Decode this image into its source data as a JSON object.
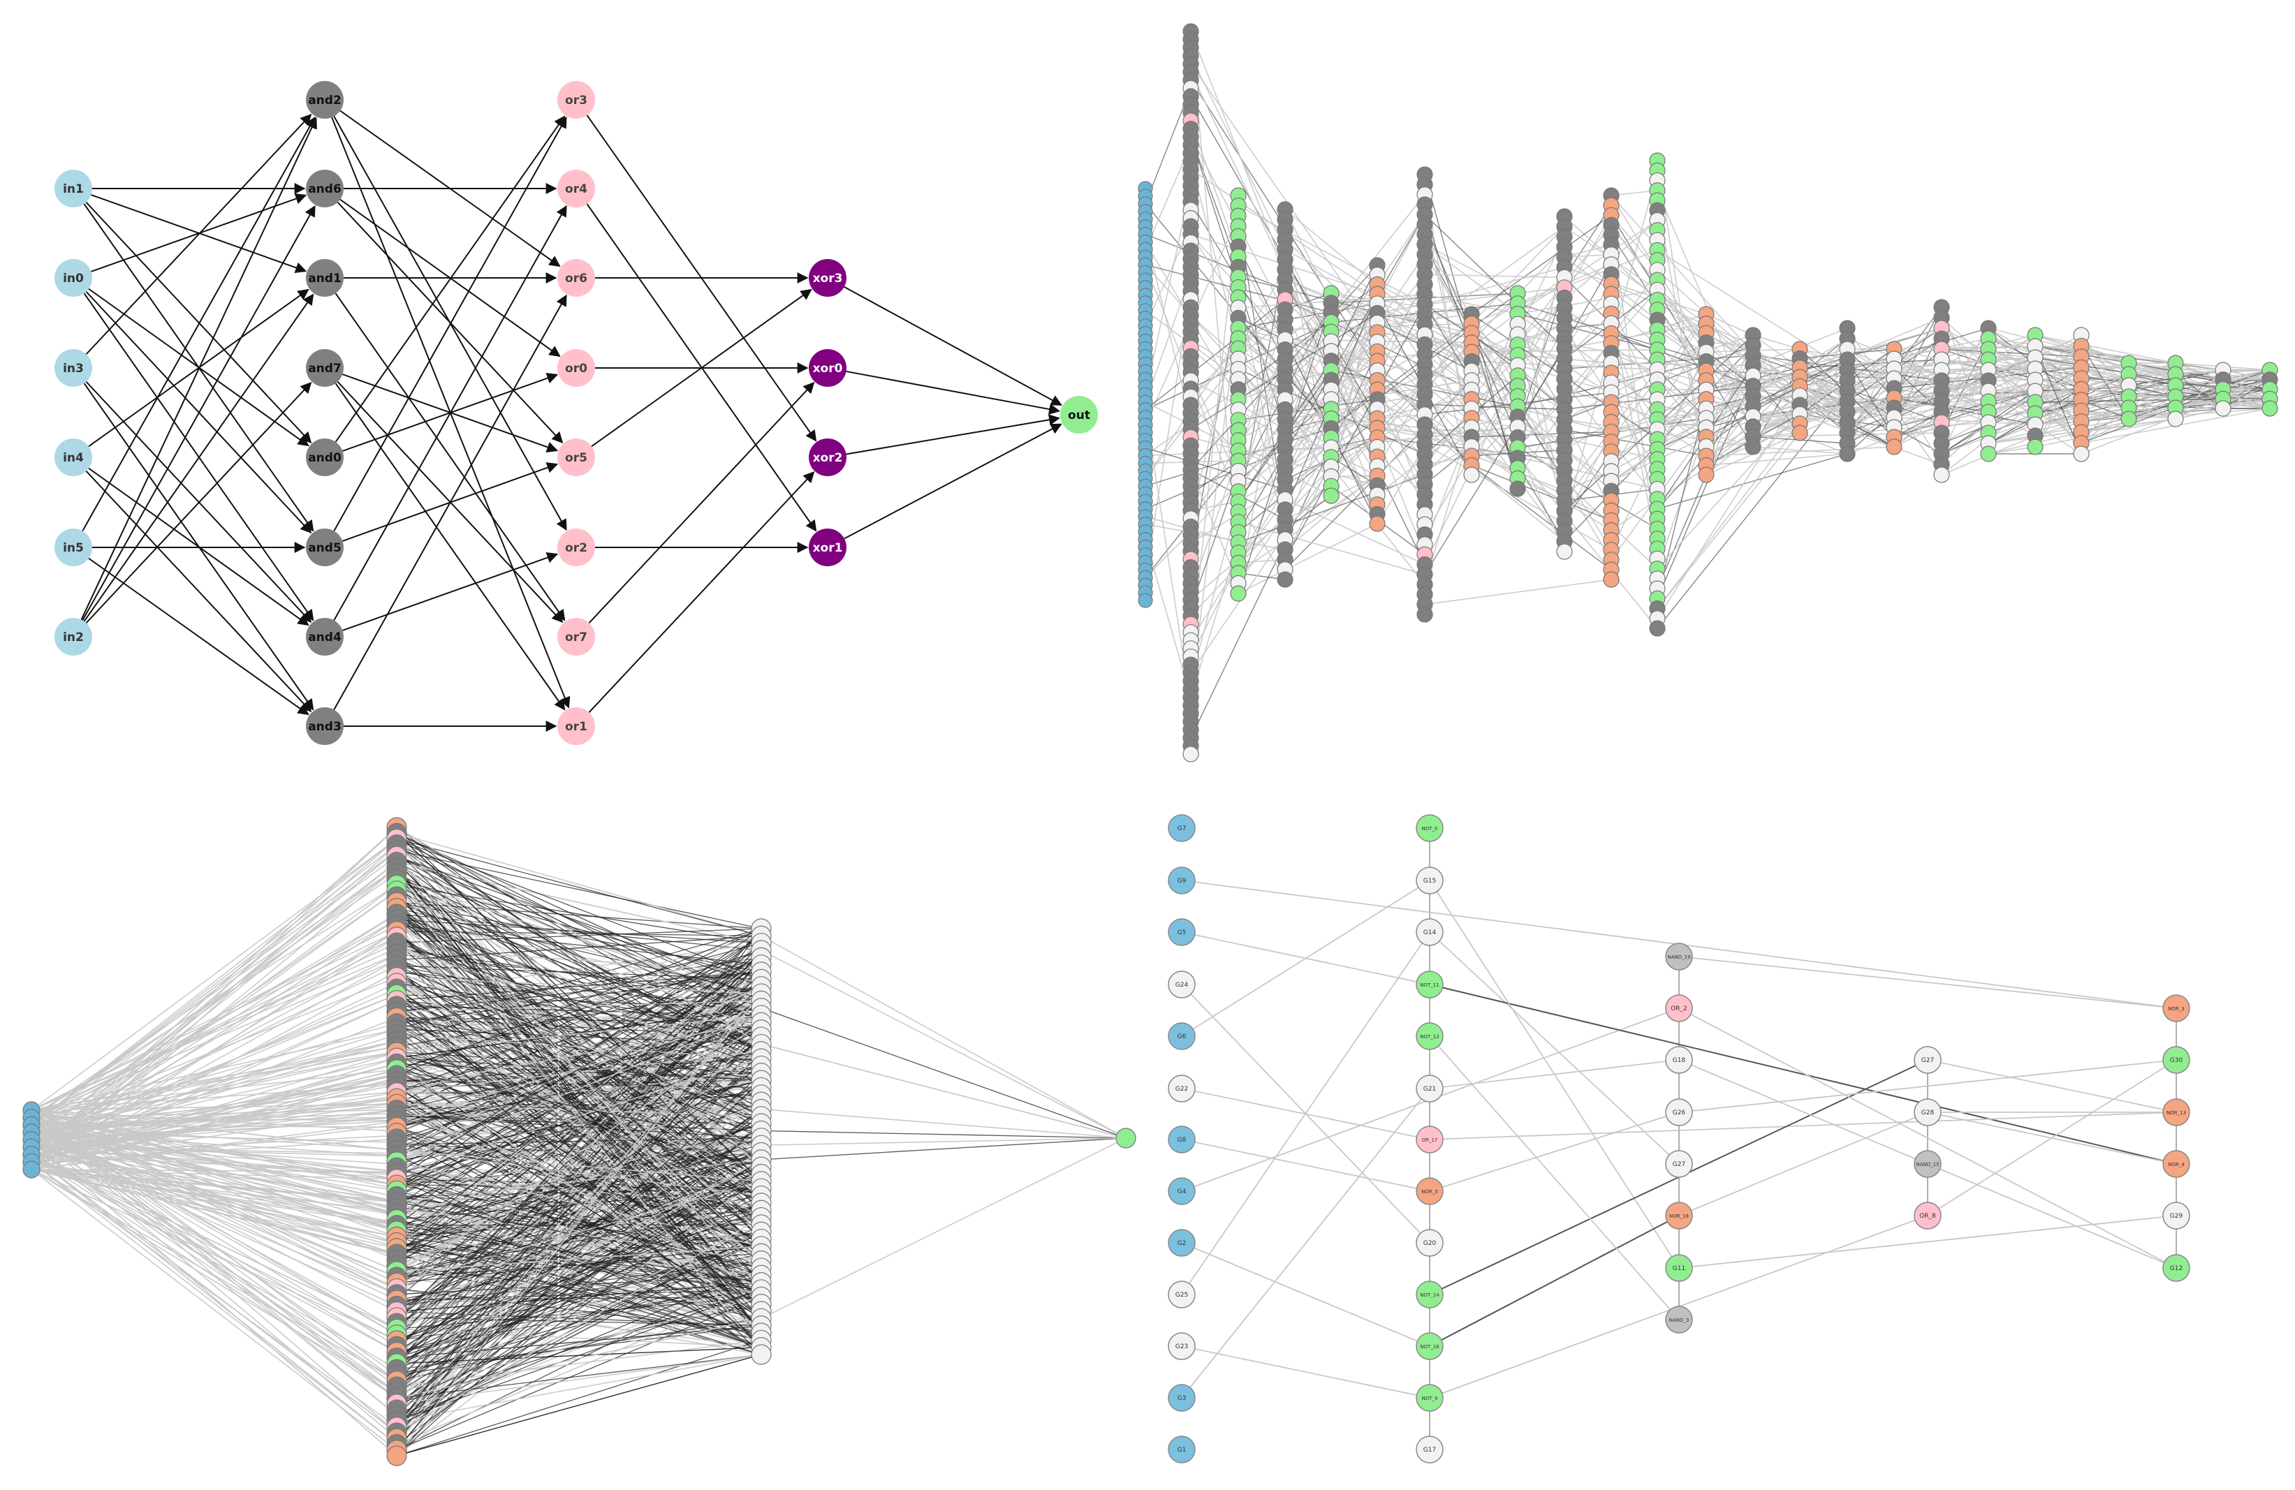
{
  "colors": {
    "input": "#add8e6",
    "input_dark": "#6cb4d6",
    "and": "#808080",
    "or": "#ffc0cb",
    "xor": "#800080",
    "out": "#90ee90",
    "not": "#90ee90",
    "nor": "#f4a582",
    "hollow": "#f2f2f2",
    "edge_dark": "#111111",
    "edge_light": "#c8c8c8"
  },
  "panels": [
    {
      "id": "circuit-a",
      "columns": [
        [
          "in1",
          "in0",
          "in3",
          "in4",
          "in5",
          "in2"
        ],
        [
          "and2",
          "and6",
          "and1",
          "and7",
          "and0",
          "and5",
          "and4",
          "and3"
        ],
        [
          "or3",
          "or4",
          "or6",
          "or0",
          "or5",
          "or2",
          "or7",
          "or1"
        ],
        [
          "xor3",
          "xor0",
          "xor2",
          "xor1"
        ],
        [
          "out"
        ]
      ],
      "edges": [
        [
          "in1",
          "and6"
        ],
        [
          "in1",
          "and1"
        ],
        [
          "in1",
          "and0"
        ],
        [
          "in1",
          "and5"
        ],
        [
          "in0",
          "and6"
        ],
        [
          "in0",
          "and0"
        ],
        [
          "in0",
          "and5"
        ],
        [
          "in0",
          "and4"
        ],
        [
          "in3",
          "and2"
        ],
        [
          "in3",
          "and4"
        ],
        [
          "in3",
          "and3"
        ],
        [
          "in4",
          "and1"
        ],
        [
          "in4",
          "and4"
        ],
        [
          "in4",
          "and3"
        ],
        [
          "in5",
          "and2"
        ],
        [
          "in5",
          "and5"
        ],
        [
          "in5",
          "and3"
        ],
        [
          "in2",
          "and2"
        ],
        [
          "in2",
          "and6"
        ],
        [
          "in2",
          "and1"
        ],
        [
          "in2",
          "and7"
        ],
        [
          "and2",
          "or6"
        ],
        [
          "and2",
          "or2"
        ],
        [
          "and2",
          "or1"
        ],
        [
          "and6",
          "or4"
        ],
        [
          "and6",
          "or0"
        ],
        [
          "and6",
          "or5"
        ],
        [
          "and1",
          "or6"
        ],
        [
          "and1",
          "or7"
        ],
        [
          "and7",
          "or5"
        ],
        [
          "and7",
          "or7"
        ],
        [
          "and7",
          "or1"
        ],
        [
          "and0",
          "or3"
        ],
        [
          "and0",
          "or0"
        ],
        [
          "and5",
          "or3"
        ],
        [
          "and5",
          "or5"
        ],
        [
          "and4",
          "or4"
        ],
        [
          "and4",
          "or2"
        ],
        [
          "and3",
          "or6"
        ],
        [
          "and3",
          "or1"
        ],
        [
          "or3",
          "xor2"
        ],
        [
          "or4",
          "xor1"
        ],
        [
          "or6",
          "xor3"
        ],
        [
          "or0",
          "xor0"
        ],
        [
          "or5",
          "xor3"
        ],
        [
          "or2",
          "xor1"
        ],
        [
          "or7",
          "xor0"
        ],
        [
          "or1",
          "xor2"
        ],
        [
          "xor3",
          "out"
        ],
        [
          "xor0",
          "out"
        ],
        [
          "xor2",
          "out"
        ],
        [
          "xor1",
          "out"
        ]
      ]
    },
    {
      "id": "circuit-d",
      "columns": [
        [
          "G7",
          "G9",
          "G5",
          "G24",
          "G6",
          "G22",
          "G8",
          "G4",
          "G2",
          "G25",
          "G23",
          "G3",
          "G1"
        ],
        [
          "NOT_0",
          "G15",
          "G14",
          "NOT_11",
          "NOT_12",
          "G21",
          "OR_17",
          "NOR_5",
          "G20",
          "NOT_14",
          "NOT_16",
          "NOT_9",
          "G17"
        ],
        [
          "NAND_19",
          "OR_2",
          "G18",
          "G26",
          "G27",
          "NOR_18",
          "G11",
          "NAND_3"
        ],
        [
          "G27",
          "G28",
          "NAND_15",
          "OR_8"
        ],
        [
          "NOR_3",
          "G30",
          "NOR_13",
          "NOR_4",
          "G29",
          "G12"
        ]
      ],
      "edges": [
        [
          "0.1",
          "4.0"
        ],
        [
          "0.2",
          "1.3"
        ],
        [
          "0.3",
          "1.8"
        ],
        [
          "0.4",
          "1.1"
        ],
        [
          "0.5",
          "1.6"
        ],
        [
          "0.6",
          "1.7"
        ],
        [
          "0.7",
          "2.1"
        ],
        [
          "0.8",
          "1.10"
        ],
        [
          "0.9",
          "1.2"
        ],
        [
          "0.10",
          "1.11"
        ],
        [
          "0.11",
          "1.5"
        ],
        [
          "1.2",
          "2.4"
        ],
        [
          "1.3",
          "4.3"
        ],
        [
          "1.1",
          "2.6"
        ],
        [
          "1.5",
          "2.2"
        ],
        [
          "1.6",
          "4.2"
        ],
        [
          "1.7",
          "2.3"
        ],
        [
          "1.9",
          "3.0"
        ],
        [
          "1.10",
          "2.5"
        ],
        [
          "1.11",
          "3.3"
        ],
        [
          "1.4",
          "2.7"
        ],
        [
          "2.1",
          "4.5"
        ],
        [
          "2.2",
          "3.2"
        ],
        [
          "2.3",
          "4.1"
        ],
        [
          "2.5",
          "3.1"
        ],
        [
          "2.6",
          "4.4"
        ],
        [
          "2.0",
          "4.0"
        ],
        [
          "3.0",
          "4.2"
        ],
        [
          "3.1",
          "4.3"
        ],
        [
          "3.1",
          "4.2"
        ],
        [
          "3.3",
          "4.1"
        ],
        [
          "3.2",
          "4.5"
        ]
      ]
    }
  ]
}
